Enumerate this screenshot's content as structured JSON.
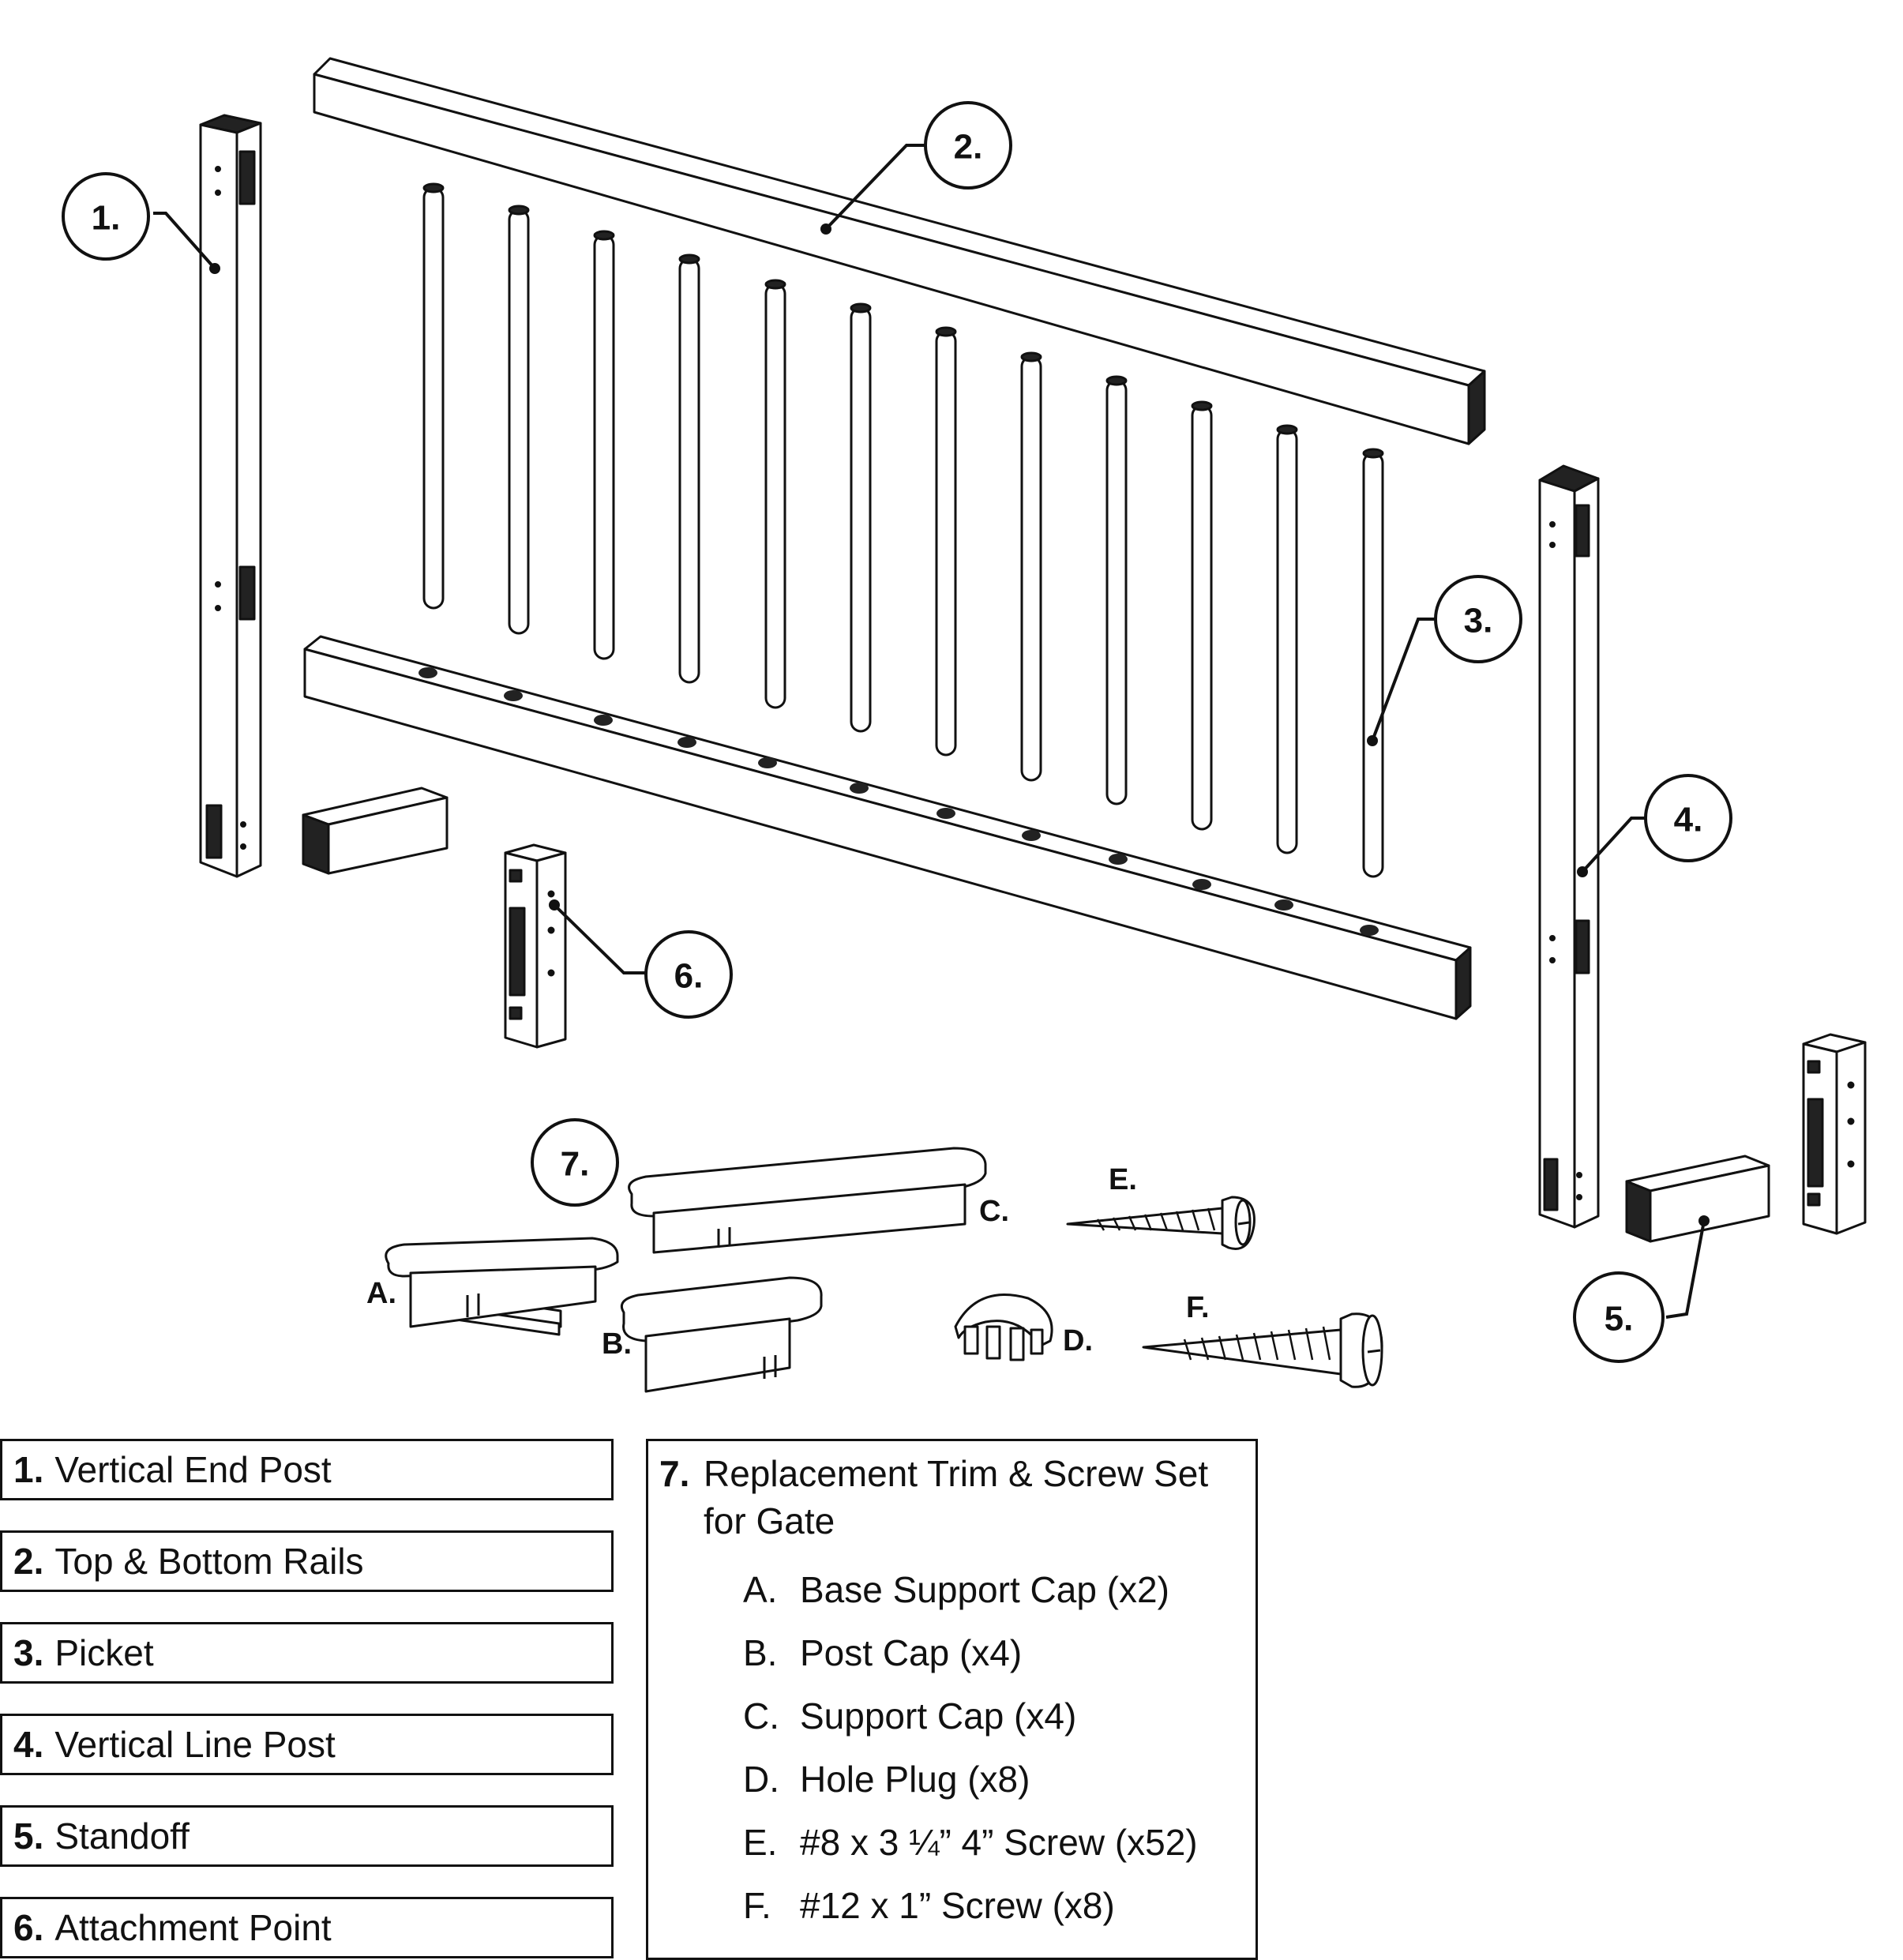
{
  "callouts": {
    "c1": "1.",
    "c2": "2.",
    "c3": "3.",
    "c4": "4.",
    "c5": "5.",
    "c6": "6.",
    "c7": "7."
  },
  "hardware_labels": {
    "a": "A.",
    "b": "B.",
    "c": "C.",
    "d": "D.",
    "e": "E.",
    "f": "F."
  },
  "legend": [
    {
      "num": "1.",
      "label": "Vertical End Post"
    },
    {
      "num": "2.",
      "label": "Top & Bottom Rails"
    },
    {
      "num": "3.",
      "label": "Picket"
    },
    {
      "num": "4.",
      "label": "Vertical Line Post"
    },
    {
      "num": "5.",
      "label": "Standoff"
    },
    {
      "num": "6.",
      "label": "Attachment Point"
    }
  ],
  "kit": {
    "num": "7.",
    "title": "Replacement Trim & Screw Set for Gate",
    "items": [
      {
        "letter": "A.",
        "label": "Base Support Cap (x2)"
      },
      {
        "letter": "B.",
        "label": "Post Cap  (x4)"
      },
      {
        "letter": "C.",
        "label": "Support Cap  (x4)"
      },
      {
        "letter": "D.",
        "label": "Hole Plug  (x8)"
      },
      {
        "letter": "E.",
        "label": "#8 x 3 ¼” 4” Screw  (x52)"
      },
      {
        "letter": "F.",
        "label": "#12 x 1” Screw  (x8)"
      }
    ]
  }
}
